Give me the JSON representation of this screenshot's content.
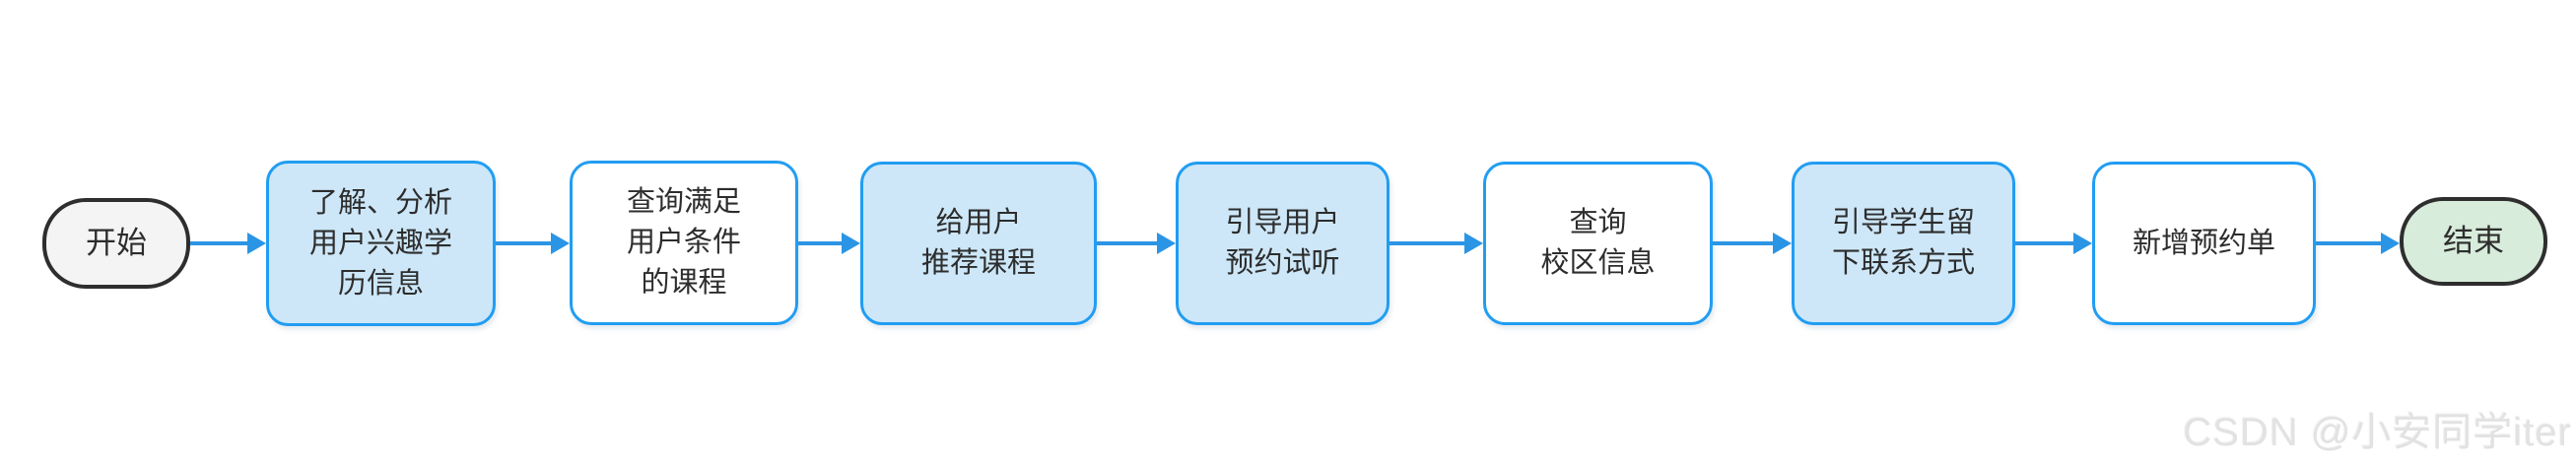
{
  "diagram": {
    "type": "flowchart",
    "direction": "left-to-right"
  },
  "flow": {
    "nodes": [
      {
        "id": "start",
        "type": "terminal-start",
        "label": "开始",
        "lines": [
          "开始"
        ],
        "fill": "#f4f4f4"
      },
      {
        "id": "analyze-user-info",
        "type": "process",
        "label": "了解、分析用户兴趣学历信息",
        "lines": [
          "了解、分析",
          "用户兴趣学",
          "历信息"
        ],
        "fill": "#cde7f8"
      },
      {
        "id": "query-matching-courses",
        "type": "process",
        "label": "查询满足用户条件的课程",
        "lines": [
          "查询满足",
          "用户条件",
          "的课程"
        ],
        "fill": "#ffffff"
      },
      {
        "id": "recommend-courses",
        "type": "process",
        "label": "给用户推荐课程",
        "lines": [
          "给用户",
          "推荐课程"
        ],
        "fill": "#cde7f8"
      },
      {
        "id": "guide-trial-booking",
        "type": "process",
        "label": "引导用户预约试听",
        "lines": [
          "引导用户",
          "预约试听"
        ],
        "fill": "#cde7f8"
      },
      {
        "id": "query-campus-info",
        "type": "process",
        "label": "查询校区信息",
        "lines": [
          "查询",
          "校区信息"
        ],
        "fill": "#ffffff"
      },
      {
        "id": "guide-leave-contact",
        "type": "process",
        "label": "引导学生留下联系方式",
        "lines": [
          "引导学生留",
          "下联系方式"
        ],
        "fill": "#cde7f8"
      },
      {
        "id": "create-booking",
        "type": "process",
        "label": "新增预约单",
        "lines": [
          "新增预约单"
        ],
        "fill": "#ffffff"
      },
      {
        "id": "end",
        "type": "terminal-end",
        "label": "结束",
        "lines": [
          "结束"
        ],
        "fill": "#d8ecdb"
      }
    ],
    "connections": [
      {
        "from": "start",
        "to": "analyze-user-info"
      },
      {
        "from": "analyze-user-info",
        "to": "query-matching-courses"
      },
      {
        "from": "query-matching-courses",
        "to": "recommend-courses"
      },
      {
        "from": "recommend-courses",
        "to": "guide-trial-booking"
      },
      {
        "from": "guide-trial-booking",
        "to": "query-campus-info"
      },
      {
        "from": "query-campus-info",
        "to": "guide-leave-contact"
      },
      {
        "from": "guide-leave-contact",
        "to": "create-booking"
      },
      {
        "from": "create-booking",
        "to": "end"
      }
    ],
    "colors": {
      "process_border_blue": "#219df2",
      "process_fill_blue": "#cde7f8",
      "process_fill_white": "#ffffff",
      "arrow_blue": "#2b95e5",
      "terminal_border": "#2e2e2e",
      "start_fill": "#f4f4f4",
      "end_fill": "#d8ecdb",
      "text_color": "#2d2d2d",
      "watermark_gray": "#e2e2e2"
    }
  },
  "watermark": {
    "text": "CSDN @小安同学iter"
  }
}
